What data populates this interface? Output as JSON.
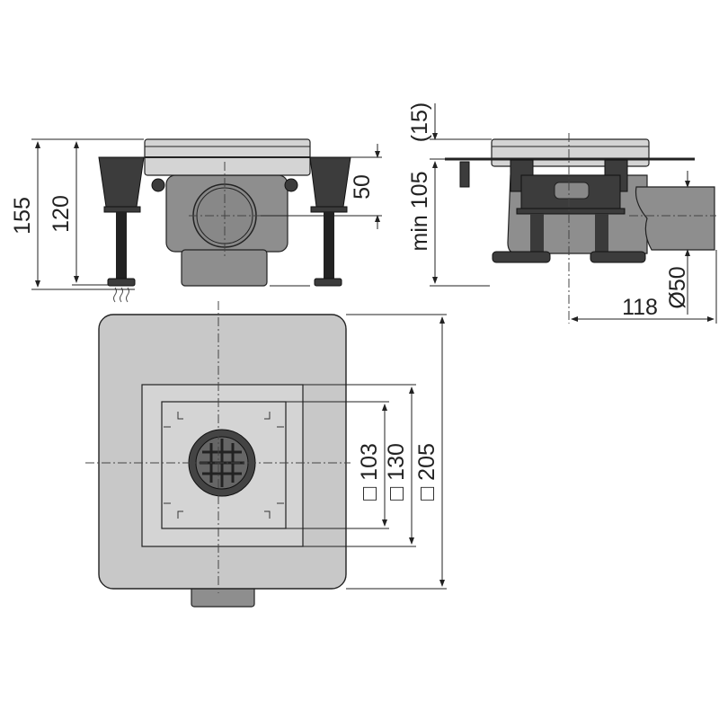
{
  "title": "Floor drain technical drawing",
  "dimensions": {
    "front_total_height": "155",
    "front_body_height": "120",
    "front_outlet_axis": "50",
    "side_min_height": "min 105",
    "side_grate_height": "(15)",
    "side_outlet_diameter": "Ø50",
    "side_outlet_length": "118",
    "plan_grate": "□ 103",
    "plan_frame": "□ 130",
    "plan_flange": "□ 205"
  },
  "colors": {
    "dark_part": "#3c3c3c",
    "body": "#8e8e8e",
    "steel": "#d4d4d4",
    "flange": "#c8c8c8"
  }
}
